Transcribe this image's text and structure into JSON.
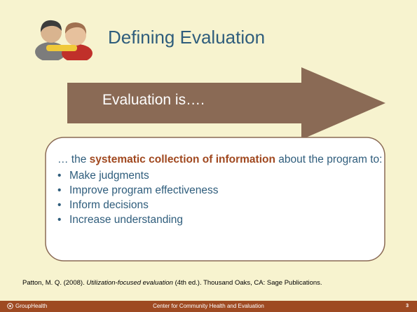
{
  "slide": {
    "title": "Defining Evaluation",
    "arrow_label": "Evaluation is….",
    "callout": {
      "intro_prefix": "… the ",
      "intro_highlight": "systematic collection of information",
      "intro_suffix": " about the program to:",
      "bullets": [
        "Make judgments",
        "Improve program effectiveness",
        "Inform decisions",
        "Increase understanding"
      ]
    },
    "citation": {
      "prefix": "Patton, M. Q. (2008). ",
      "italic": "Utilization-focused evaluation",
      "suffix": " (4th ed.).  Thousand Oaks, CA: Sage Publications."
    }
  },
  "footer": {
    "logo_text": "GroupHealth",
    "center_text": "Center for Community Health and Evaluation",
    "page_number": "3"
  },
  "colors": {
    "background": "#f7f3cf",
    "title": "#2f5d7c",
    "arrow": "#8a6a55",
    "highlight": "#a0481f",
    "footer": "#9e4a22"
  },
  "icons": {
    "header_icon": "two-people-icon"
  }
}
